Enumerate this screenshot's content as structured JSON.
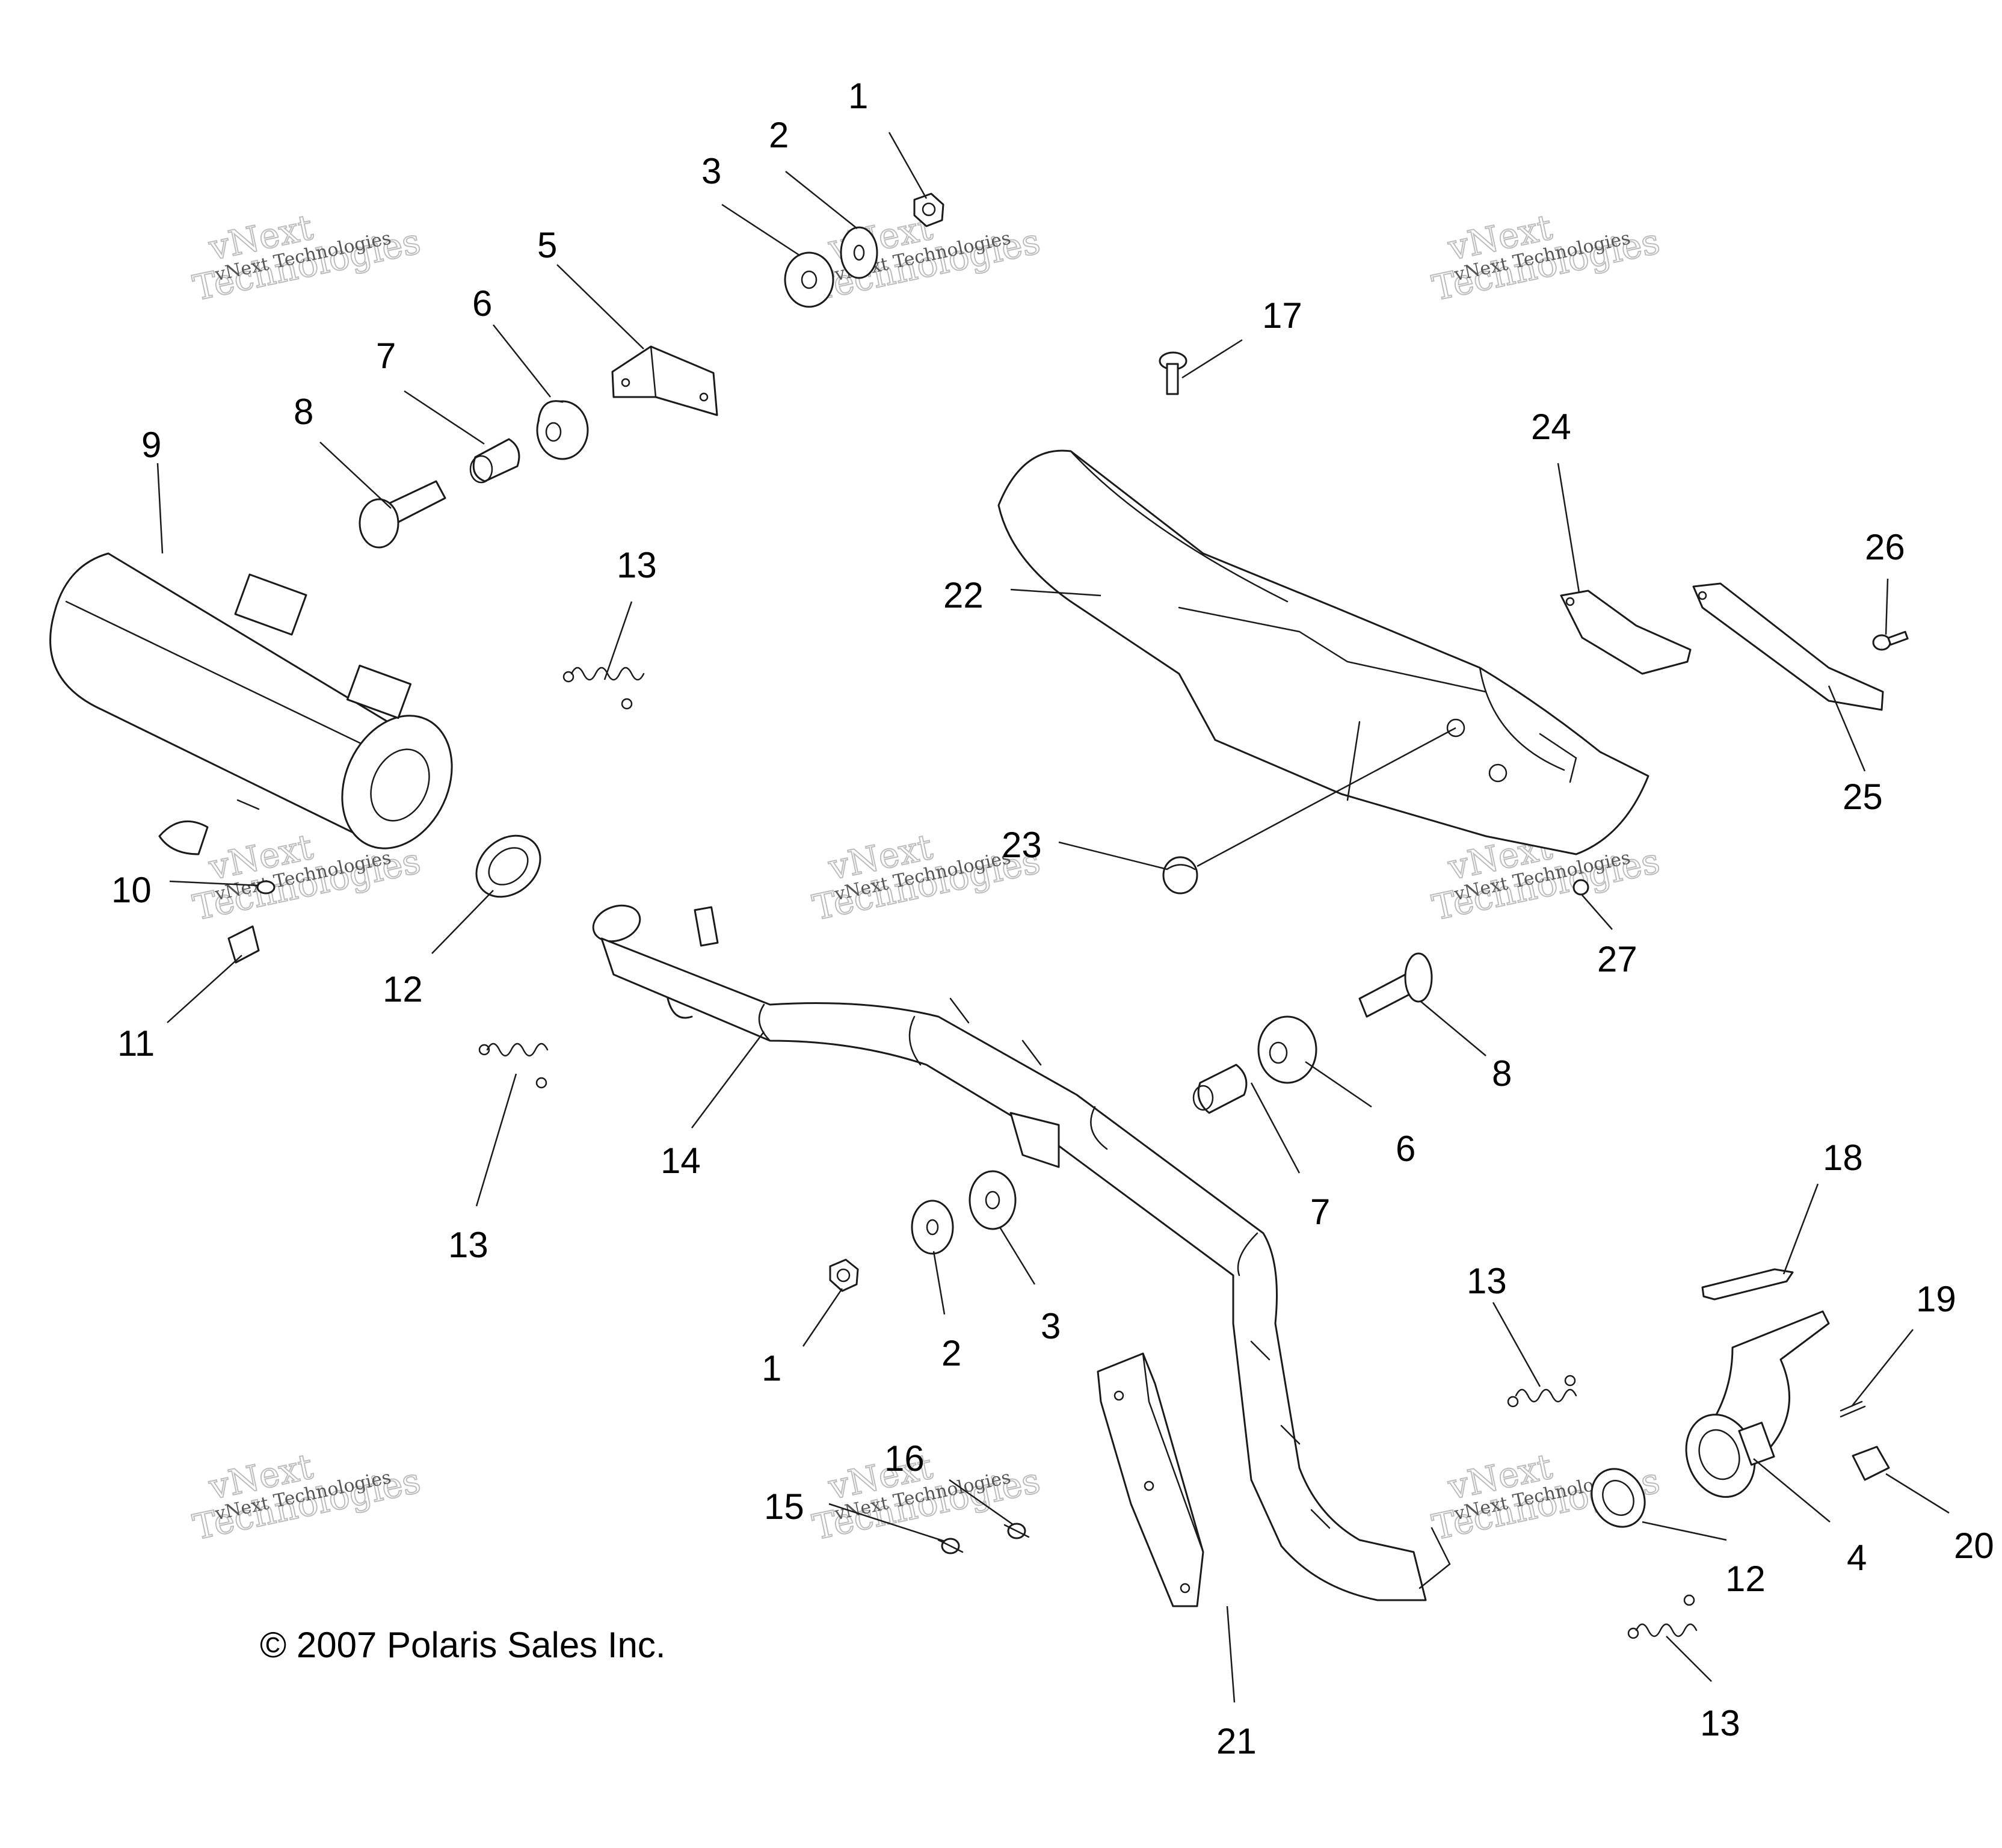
{
  "copyright": "© 2007 Polaris Sales Inc.",
  "watermark": {
    "line1": "vNext",
    "line2": "Technologies",
    "small": "vNext Technologies"
  },
  "callouts": [
    {
      "id": "c1a",
      "label": "1"
    },
    {
      "id": "c2a",
      "label": "2"
    },
    {
      "id": "c3a",
      "label": "3"
    },
    {
      "id": "c5",
      "label": "5"
    },
    {
      "id": "c6a",
      "label": "6"
    },
    {
      "id": "c7a",
      "label": "7"
    },
    {
      "id": "c8a",
      "label": "8"
    },
    {
      "id": "c9",
      "label": "9"
    },
    {
      "id": "c13a",
      "label": "13"
    },
    {
      "id": "c17",
      "label": "17"
    },
    {
      "id": "c24",
      "label": "24"
    },
    {
      "id": "c26",
      "label": "26"
    },
    {
      "id": "c22",
      "label": "22"
    },
    {
      "id": "c25",
      "label": "25"
    },
    {
      "id": "c23",
      "label": "23"
    },
    {
      "id": "c10",
      "label": "10"
    },
    {
      "id": "c11",
      "label": "11"
    },
    {
      "id": "c12a",
      "label": "12"
    },
    {
      "id": "c27",
      "label": "27"
    },
    {
      "id": "c8b",
      "label": "8"
    },
    {
      "id": "c14",
      "label": "14"
    },
    {
      "id": "c6b",
      "label": "6"
    },
    {
      "id": "c7b",
      "label": "7"
    },
    {
      "id": "c13b",
      "label": "13"
    },
    {
      "id": "c18",
      "label": "18"
    },
    {
      "id": "c19",
      "label": "19"
    },
    {
      "id": "c13c",
      "label": "13"
    },
    {
      "id": "c1b",
      "label": "1"
    },
    {
      "id": "c2b",
      "label": "2"
    },
    {
      "id": "c3b",
      "label": "3"
    },
    {
      "id": "c16",
      "label": "16"
    },
    {
      "id": "c15",
      "label": "15"
    },
    {
      "id": "c12b",
      "label": "12"
    },
    {
      "id": "c4",
      "label": "4"
    },
    {
      "id": "c20",
      "label": "20"
    },
    {
      "id": "c13d",
      "label": "13"
    },
    {
      "id": "c21",
      "label": "21"
    }
  ]
}
